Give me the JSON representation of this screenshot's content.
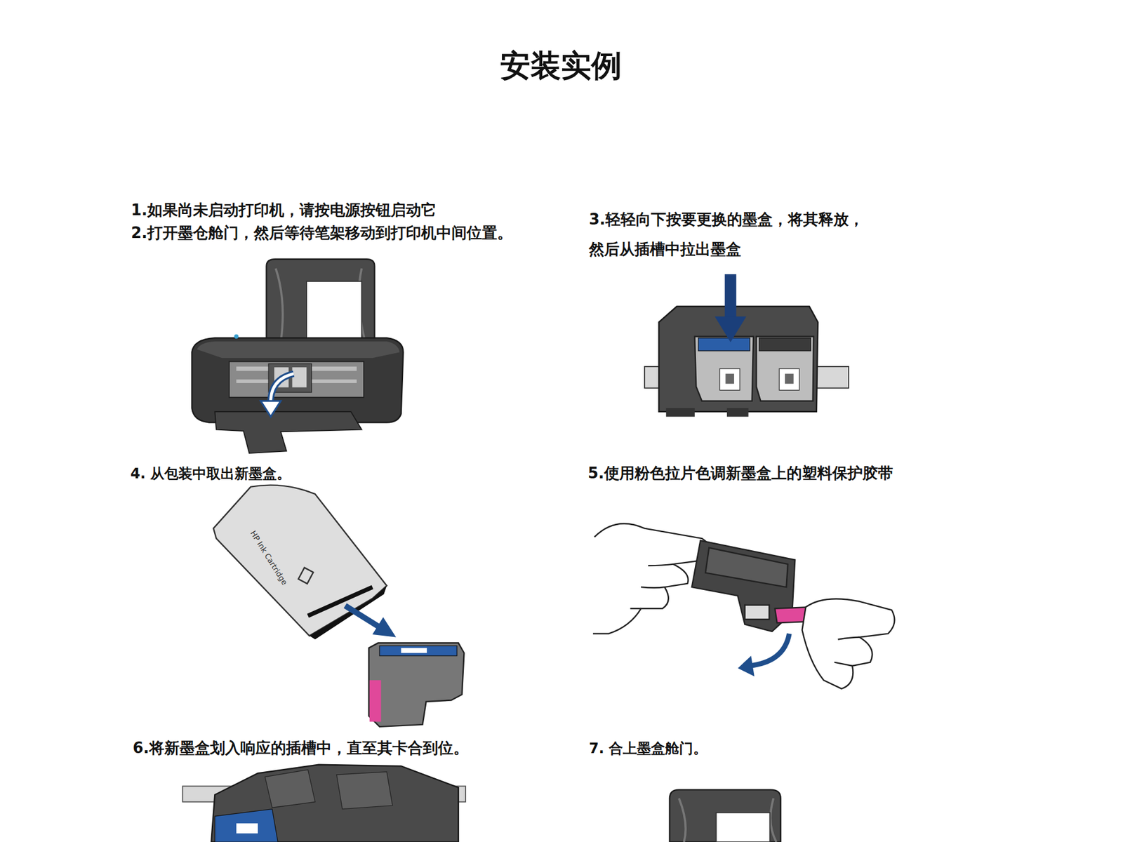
{
  "diagram": {
    "title": "安装实例",
    "labels": [
      "1.如果尚未启动打印机，请按电源按钮启动它",
      "2.打开墨仓舱门，然后等待笔架移动到打印机中间位置。",
      "3.轻轻向下按要更换的墨盒，将其释放， 然后从插槽中拉出墨盒",
      "4. 从包装中取出新墨盒。",
      "HP Ink Cartridge",
      "5.使用粉色拉片色调新墨盒上的塑料保护胶带",
      "6.将新墨盒划入响应的插槽中，直至其卡合到位。",
      "7. 合上墨盒舱门。"
    ]
  }
}
